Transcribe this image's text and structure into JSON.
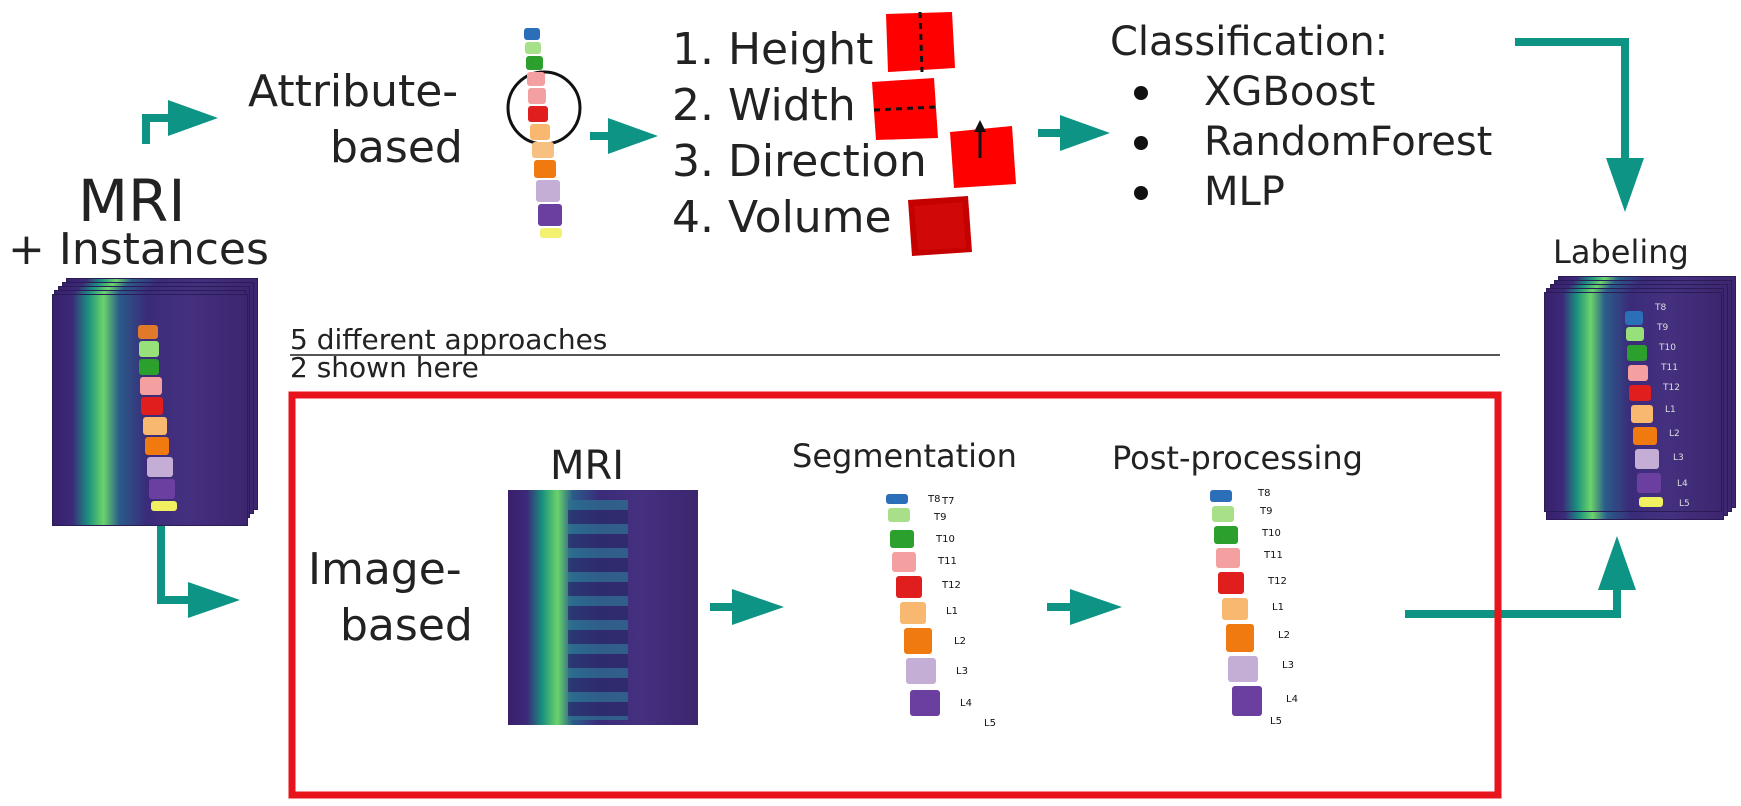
{
  "input": {
    "title": "MRI",
    "subtitle": "+ Instances"
  },
  "attribute": {
    "label_line1": "Attribute-",
    "label_line2": "based",
    "features": [
      "1. Height",
      "2. Width",
      "3. Direction",
      "4. Volume"
    ],
    "classification_title": "Classification:",
    "classifiers": [
      "XGBoost",
      "RandomForest",
      "MLP"
    ]
  },
  "approaches": {
    "line1": "5 different approaches",
    "line2": "2 shown here"
  },
  "image": {
    "label_line1": "Image-",
    "label_line2": "based",
    "mri_title": "MRI",
    "segmentation_title": "Segmentation",
    "postprocessing_title": "Post-processing",
    "segmentation_labels": [
      "T8",
      "T7",
      "T9",
      "T10",
      "T11",
      "T12",
      "L1",
      "L2",
      "L3",
      "L4",
      "L5"
    ],
    "postprocessing_labels": [
      "T8",
      "T9",
      "T10",
      "T11",
      "T12",
      "L1",
      "L2",
      "L3",
      "L4",
      "L5"
    ]
  },
  "output": {
    "title": "Labeling",
    "labels": [
      "T8",
      "T9",
      "T10",
      "T11",
      "T12",
      "L1",
      "L2",
      "L3",
      "L4",
      "L5"
    ]
  },
  "colors": {
    "arrow": "#0e9484",
    "highlight_box": "#e8141c",
    "feature_icon": "#ff0000"
  }
}
